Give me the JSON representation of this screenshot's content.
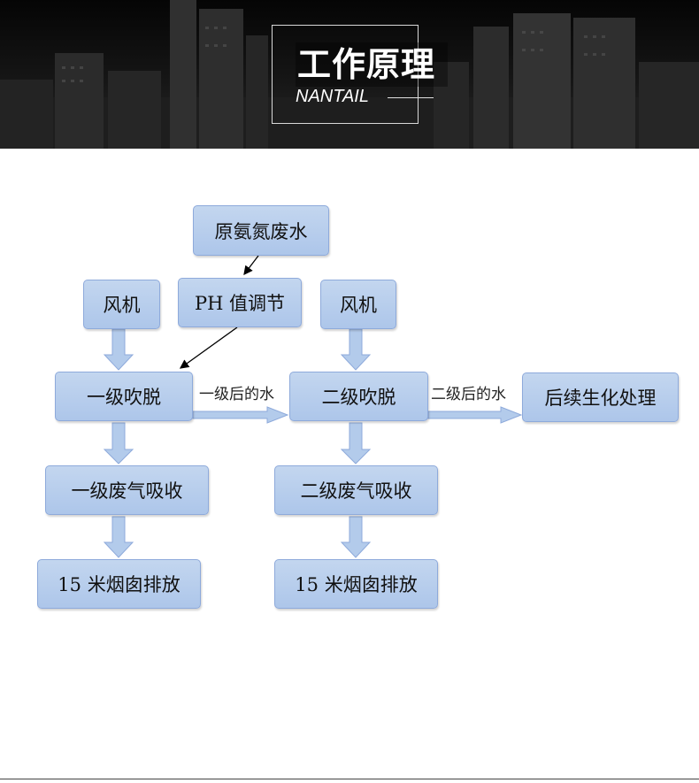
{
  "banner": {
    "title": "工作原理",
    "subtitle": "NANTAIL"
  },
  "nodes": {
    "raw_wastewater": "原氨氮废水",
    "ph_adjust": "PH 值调节",
    "fan_1": "风机",
    "fan_2": "风机",
    "stripping_1": "一级吹脱",
    "stripping_2": "二级吹脱",
    "biochem": "后续生化处理",
    "absorb_1": "一级废气吸收",
    "absorb_2": "二级废气吸收",
    "chimney_1": "15 米烟囱排放",
    "chimney_2": "15 米烟囱排放"
  },
  "edge_labels": {
    "after_stage1": "一级后的水",
    "after_stage2": "二级后的水"
  },
  "colors": {
    "node_fill": "#b7cdec",
    "node_border": "#8eaadb",
    "arrow_fill": "#b3cbeb"
  }
}
